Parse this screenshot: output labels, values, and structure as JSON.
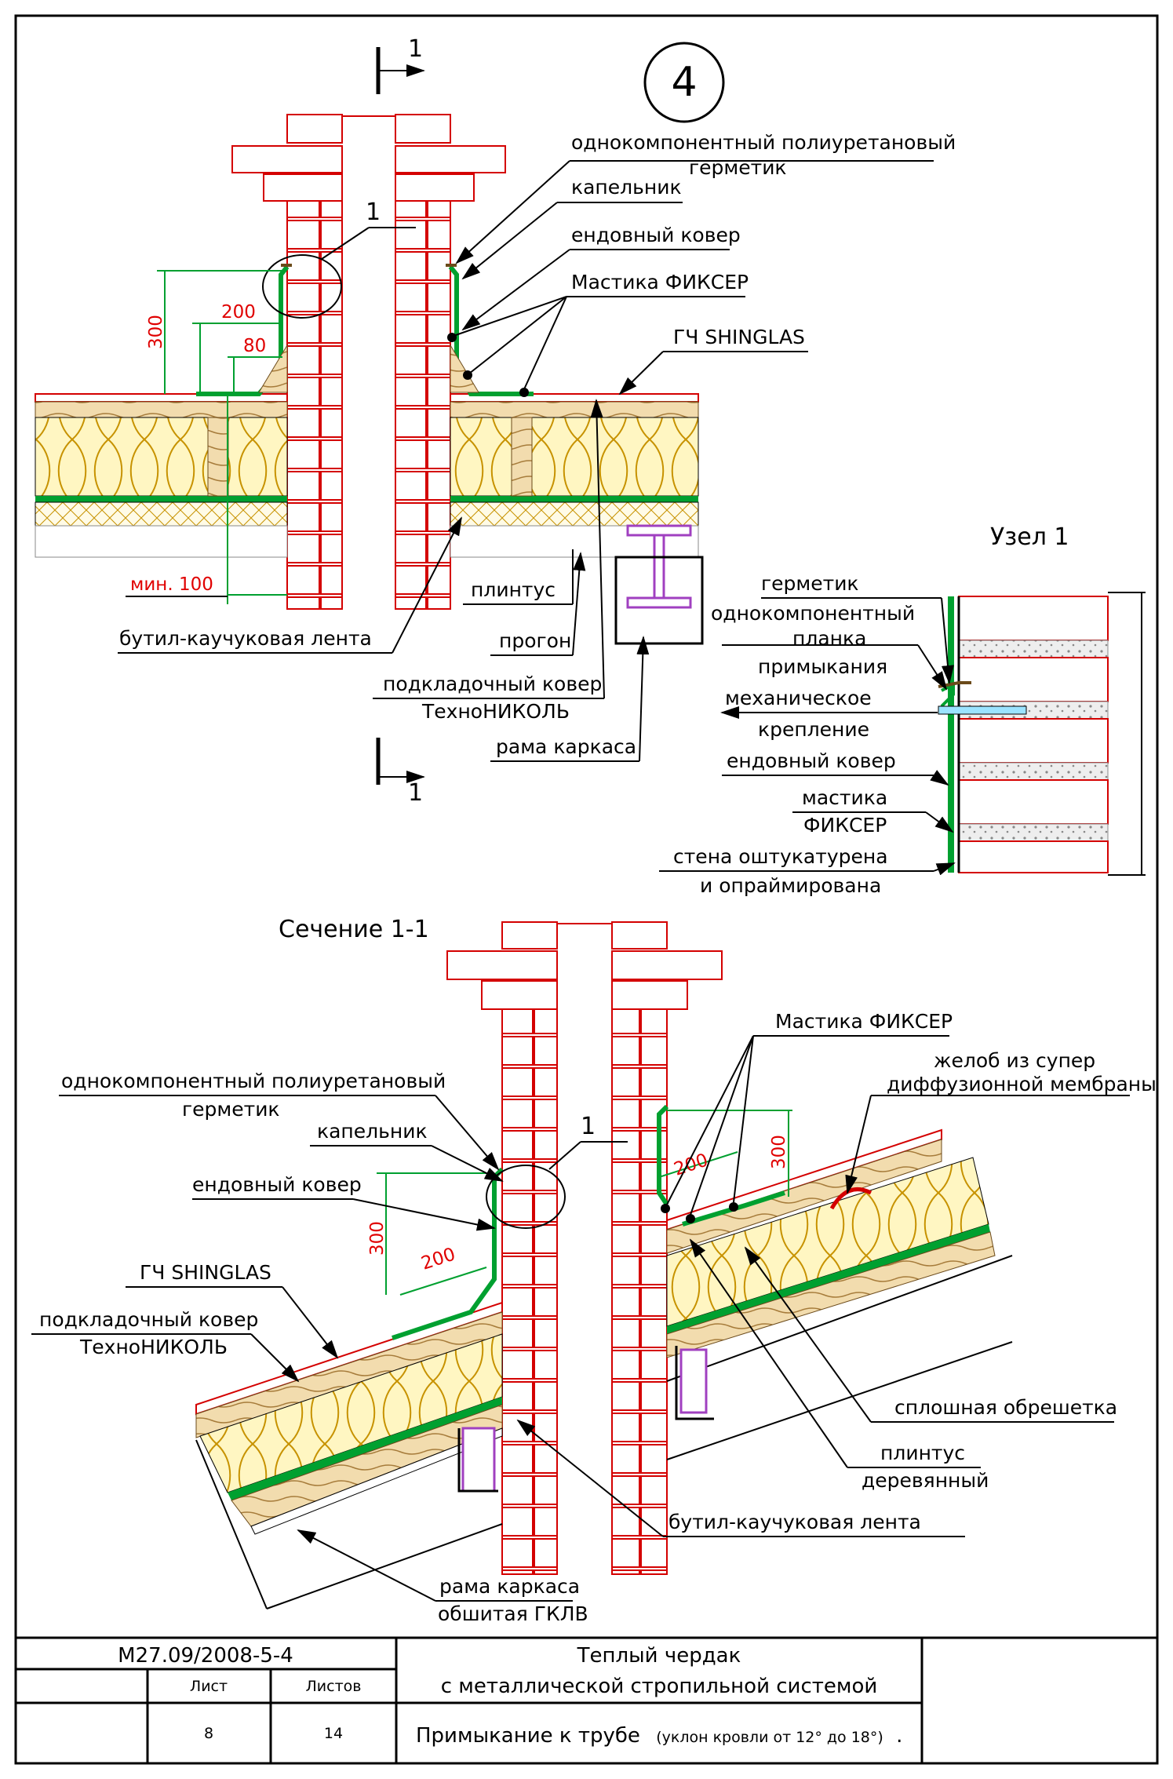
{
  "node_number": "4",
  "cut_mark": "1",
  "circle_mark": "1",
  "plan_labels": {
    "sealant_line1": "однокомпонентный полиуретановый",
    "sealant_line2": "герметик",
    "drip": "капельник",
    "valley": "ендовный ковер",
    "mastic": "Мастика ФИКСЕР",
    "shingles": "ГЧ SHINGLAS",
    "plinth": "плинтус",
    "purlin": "прогон",
    "butyl_tape": "бутил-каучуковая лента",
    "underlay_line1": "подкладочный ковер",
    "underlay_line2": "ТехноНИКОЛЬ",
    "frame": "рама каркаса"
  },
  "plan_dims": {
    "d300": "300",
    "d200": "200",
    "d80": "80",
    "dmin": "мин. 100"
  },
  "node1": {
    "title": "Узел 1",
    "sealant": "герметик",
    "strip_line1": "однокомпонентный",
    "strip_line2": "планка",
    "strip_line3": "примыкания",
    "fix_line1": "механическое",
    "fix_line2": "крепление",
    "valley": "ендовный ковер",
    "mastic_line1": "мастика",
    "mastic_line2": "ФИКСЕР",
    "wall_line1": "стена оштукатурена",
    "wall_line2": "и опраймирована"
  },
  "section": {
    "title": "Сечение 1-1",
    "mastic": "Мастика ФИКСЕР",
    "gutter_line1": "желоб из супер",
    "gutter_line2": "диффузионной мембраны",
    "sealant_line1": "однокомпонентный полиуретановый",
    "sealant_line2": "герметик",
    "drip": "капельник",
    "valley": "ендовный ковер",
    "shingles": "ГЧ SHINGLAS",
    "underlay_line1": "подкладочный ковер",
    "underlay_line2": "ТехноНИКОЛЬ",
    "decking": "сплошная обрешетка",
    "plinth_line1": "плинтус",
    "plinth_line2": "деревянный",
    "butyl_tape": "бутил-каучуковая лента",
    "frame_line1": "рама каркаса",
    "frame_line2": "обшитая ГКЛВ",
    "dims": {
      "left300": "300",
      "left200": "200",
      "right200": "200",
      "right300": "300"
    }
  },
  "title_block": {
    "code": "М27.09/2008-5-4",
    "sheet_label": "Лист",
    "sheets_label": "Листов",
    "sheet": "8",
    "sheets": "14",
    "title_line1": "Теплый чердак",
    "title_line2": "с металлической стропильной системой",
    "subtitle": "Примыкание к трубе",
    "subtitle_note": "(уклон кровли от 12° до 18°)",
    "trailing_dot": "."
  },
  "colors": {
    "brick": "#d40000",
    "membrane": "#00a030",
    "wood": "#f2dcae",
    "insulation": "#fff6c2",
    "steel": "#a040c0",
    "dimension": "#e00000"
  }
}
